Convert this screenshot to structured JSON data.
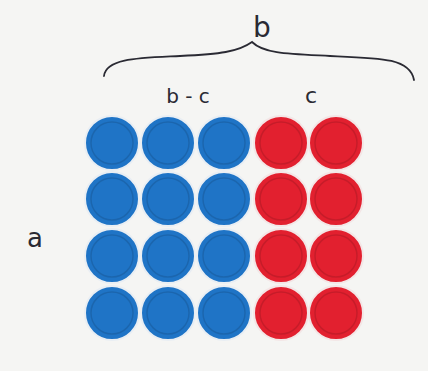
{
  "diagram": {
    "labels": [
      "b",
      "b - c",
      "c",
      "a"
    ]
  }
}
